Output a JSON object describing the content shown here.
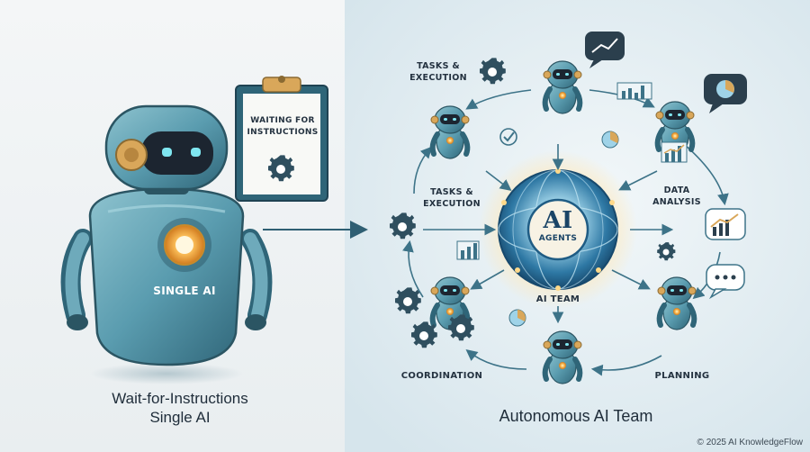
{
  "left": {
    "clipboard_text_line1": "WAITING FOR",
    "clipboard_text_line2": "INSTRUCTIONS",
    "chest_label": "SINGLE AI",
    "caption_line1": "Wait-for-Instructions",
    "caption_line2": "Single AI"
  },
  "right": {
    "hub_title": "AI",
    "hub_subtitle": "AGENTS",
    "team_label": "AI TEAM",
    "tasks_top_line1": "TASKS &",
    "tasks_top_line2": "EXECUTION",
    "tasks_mid_line1": "TASKS &",
    "tasks_mid_line2": "EXECUTION",
    "data_line1": "DATA",
    "data_line2": "ANALYSIS",
    "coordination": "COORDINATION",
    "planning": "PLANNING",
    "caption": "Autonomous AI Team"
  },
  "footer": {
    "copyright": "© 2025 AI KnowledgeFlow"
  },
  "colors": {
    "robot_body": "#4f8fa0",
    "robot_dark": "#2b5563",
    "visor": "#1c2530",
    "eye": "#7fe6f0",
    "accent_gold": "#d9a75a",
    "core_glow": "#ffb84a",
    "hub_blue": "#1f5c84",
    "arrow": "#3d7388",
    "left_bg": "#f3f6f7",
    "right_bg": "#dde9ee"
  }
}
